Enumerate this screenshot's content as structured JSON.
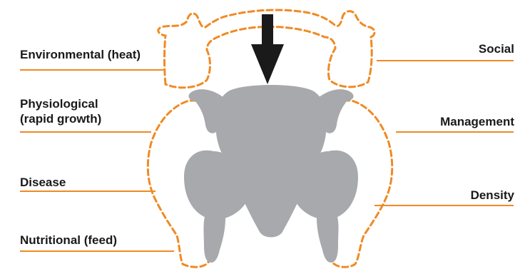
{
  "colors": {
    "outline": "#f08a24",
    "bird": "#a7a9ac",
    "arrow": "#1a1a1a",
    "text": "#1a1a1a"
  },
  "icons": {
    "bird": "chicken-carcass-icon",
    "arrow": "down-arrow-icon"
  },
  "labels": {
    "left": [
      {
        "text": "Environmental (heat)"
      },
      {
        "text": "Physiological\n(rapid growth)"
      },
      {
        "text": "Disease"
      },
      {
        "text": "Nutritional (feed)"
      }
    ],
    "right": [
      {
        "text": "Social"
      },
      {
        "text": "Management"
      },
      {
        "text": "Density"
      }
    ]
  }
}
